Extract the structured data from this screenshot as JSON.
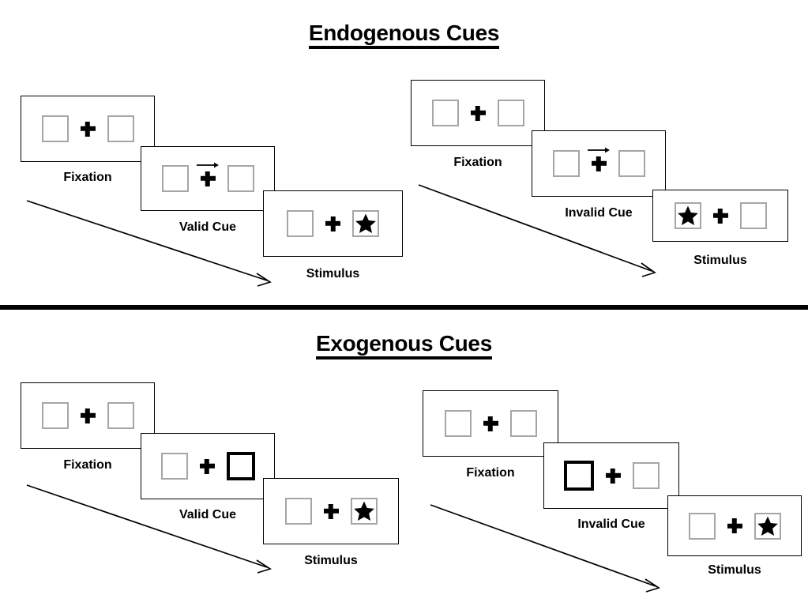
{
  "figure": {
    "title_top": "Endogenous Cues",
    "title_bottom": "Exogenous Cues",
    "divider_color": "#000000"
  },
  "colors": {
    "frame_border": "#000000",
    "placeholder_border": "#a6a6a6",
    "cued_box_border": "#000000",
    "stimulus_fill": "#000000",
    "background": "#ffffff"
  },
  "panels": [
    {
      "id": "endogenous-valid",
      "section": "Endogenous Cues",
      "cue_type": "arrow",
      "validity": "Valid",
      "stages": [
        {
          "caption": "Fixation",
          "left_box": "empty",
          "right_box": "empty",
          "center": "fixation-cross",
          "cue": "none"
        },
        {
          "caption": "Valid Cue",
          "left_box": "empty",
          "right_box": "empty",
          "center": "fixation-cross",
          "cue": "arrow-right"
        },
        {
          "caption": "Stimulus",
          "left_box": "empty",
          "right_box": "star",
          "center": "fixation-cross",
          "cue": "none"
        }
      ]
    },
    {
      "id": "endogenous-invalid",
      "section": "Endogenous Cues",
      "cue_type": "arrow",
      "validity": "Invalid",
      "stages": [
        {
          "caption": "Fixation",
          "left_box": "empty",
          "right_box": "empty",
          "center": "fixation-cross",
          "cue": "none"
        },
        {
          "caption": "Invalid Cue",
          "left_box": "empty",
          "right_box": "empty",
          "center": "fixation-cross",
          "cue": "arrow-right"
        },
        {
          "caption": "Stimulus",
          "left_box": "star",
          "right_box": "empty",
          "center": "fixation-cross",
          "cue": "none"
        }
      ]
    },
    {
      "id": "exogenous-valid",
      "section": "Exogenous Cues",
      "cue_type": "peripheral-box-flash",
      "validity": "Valid",
      "stages": [
        {
          "caption": "Fixation",
          "left_box": "empty",
          "right_box": "empty",
          "center": "fixation-cross",
          "cue": "none"
        },
        {
          "caption": "Valid Cue",
          "left_box": "empty",
          "right_box": "cued",
          "center": "fixation-cross",
          "cue": "right-box-highlight"
        },
        {
          "caption": "Stimulus",
          "left_box": "empty",
          "right_box": "star",
          "center": "fixation-cross",
          "cue": "none"
        }
      ]
    },
    {
      "id": "exogenous-invalid",
      "section": "Exogenous Cues",
      "cue_type": "peripheral-box-flash",
      "validity": "Invalid",
      "stages": [
        {
          "caption": "Fixation",
          "left_box": "empty",
          "right_box": "empty",
          "center": "fixation-cross",
          "cue": "none"
        },
        {
          "caption": "Invalid Cue",
          "left_box": "cued",
          "right_box": "empty",
          "center": "fixation-cross",
          "cue": "left-box-highlight"
        },
        {
          "caption": "Stimulus",
          "left_box": "empty",
          "right_box": "star",
          "center": "fixation-cross",
          "cue": "none"
        }
      ]
    }
  ],
  "labels": {
    "fixation": "Fixation",
    "valid_cue": "Valid Cue",
    "invalid_cue": "Invalid Cue",
    "stimulus": "Stimulus"
  },
  "icons": {
    "fixation_cross": "plus-cross-icon",
    "arrow_cue": "arrow-right-icon",
    "target": "star-icon",
    "time_flow": "diagonal-arrow-icon"
  }
}
